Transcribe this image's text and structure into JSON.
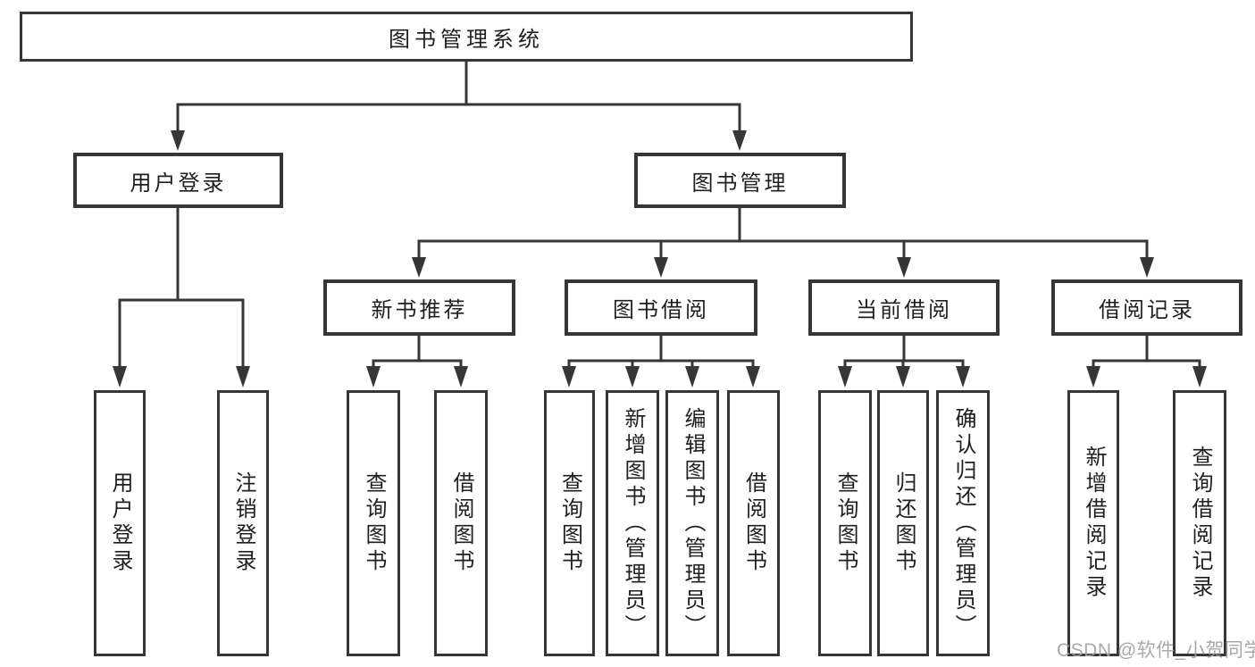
{
  "diagram": {
    "root": {
      "label": "图书管理系统"
    },
    "level2": [
      {
        "label": "用户登录"
      },
      {
        "label": "图书管理"
      }
    ],
    "level3": [
      {
        "label": "新书推荐"
      },
      {
        "label": "图书借阅"
      },
      {
        "label": "当前借阅"
      },
      {
        "label": "借阅记录"
      }
    ],
    "leaves": [
      {
        "label": "用户登录"
      },
      {
        "label": "注销登录"
      },
      {
        "label": "查询图书"
      },
      {
        "label": "借阅图书"
      },
      {
        "label": "查询图书"
      },
      {
        "label": "新增图书（管理员）"
      },
      {
        "label": "编辑图书（管理员）"
      },
      {
        "label": "借阅图书"
      },
      {
        "label": "查询图书"
      },
      {
        "label": "归还图书"
      },
      {
        "label": "确认归还（管理员）"
      },
      {
        "label": "新增借阅记录"
      },
      {
        "label": "查询借阅记录"
      }
    ]
  },
  "watermark": {
    "text": "CSDN @软件_小贺同学"
  },
  "colors": {
    "line": "#363636",
    "text": "#1f1f1f",
    "watermark": "#a0a0a0",
    "background": "#ffffff"
  }
}
